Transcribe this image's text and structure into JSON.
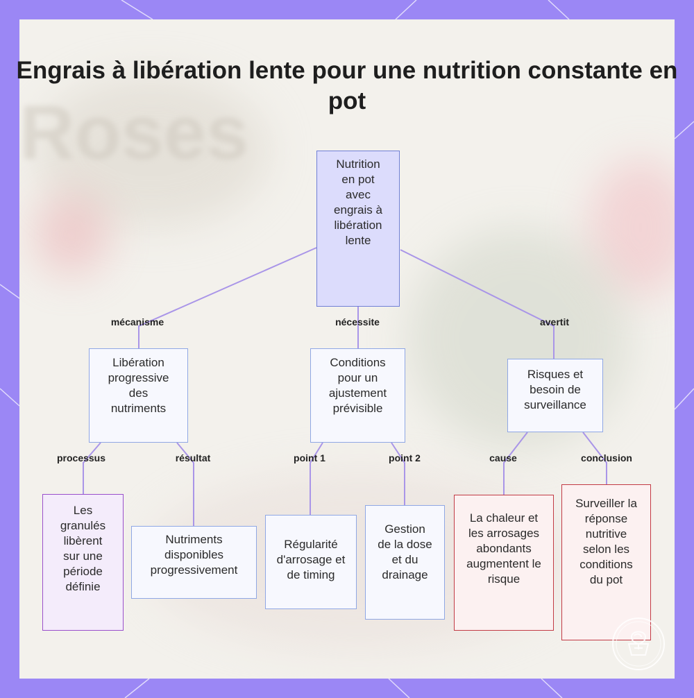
{
  "title": "Engrais à libération lente pour une nutrition constante en pot",
  "background_text": "Roses",
  "nodes": {
    "root": "Nutrition en pot avec engrais à libération lente",
    "liberation": "Libération progressive des nutriments",
    "conditions": "Conditions pour un ajustement prévisible",
    "risques": "Risques et besoin de surveillance",
    "granules": "Les granulés libèrent sur une période définie",
    "nutriments": "Nutriments disponibles progressivement",
    "arrosage": "Régularité d'arrosage et de timing",
    "dose": "Gestion de la dose et du drainage",
    "chaleur": "La chaleur et les arrosages abondants augmentent le risque",
    "surveiller": "Surveiller la réponse nutritive selon les conditions du pot"
  },
  "edge_labels": {
    "mecanisme": "mécanisme",
    "necessite": "nécessite",
    "avertit": "avertit",
    "processus": "processus",
    "resultat": "résultat",
    "point1": "point 1",
    "point2": "point 2",
    "cause": "cause",
    "conclusion": "conclusion"
  },
  "colors": {
    "frame": "#9b87f5",
    "edge": "#a995e8",
    "root_fill": "#dcdcfc",
    "node_border": "#8fa7e4",
    "purple_border": "#9a4fcb",
    "red_border": "#c23a44"
  }
}
